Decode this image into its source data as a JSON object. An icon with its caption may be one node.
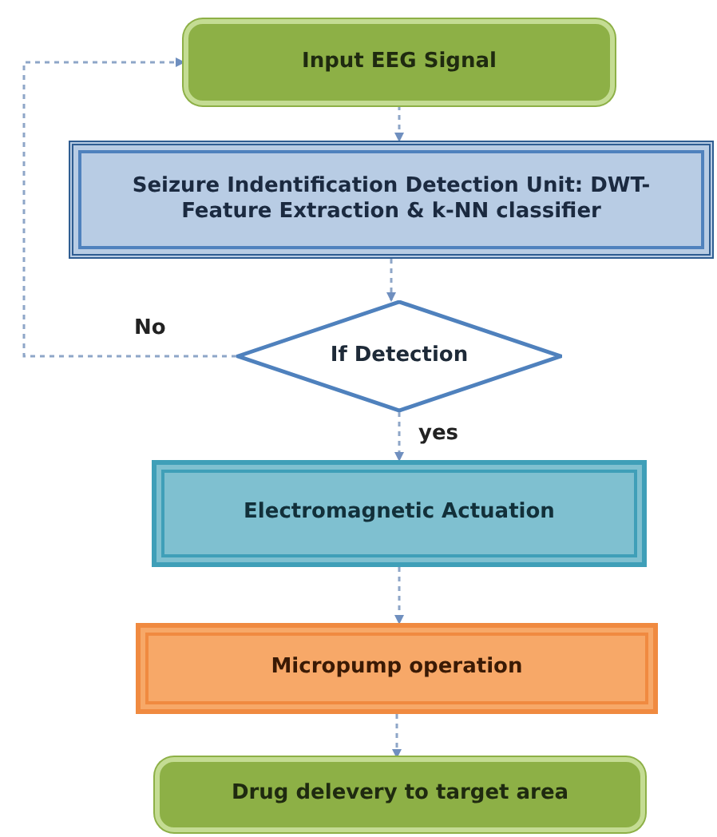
{
  "diagram": {
    "nodes": [
      {
        "text": [
          "Input EEG Signal"
        ]
      },
      {
        "text": [
          "Seizure Indentification Detection Unit: DWT-Feature Extraction & k-NN classifier"
        ]
      },
      {
        "text": [
          "If Detection"
        ]
      },
      {
        "text": [
          "Electromagnetic Actuation"
        ]
      },
      {
        "text": [
          "Micropump operation"
        ]
      },
      {
        "text": [
          "Drug delevery to target area"
        ]
      }
    ],
    "edges": [
      {
        "from": 0,
        "to": 1,
        "arrow": "to",
        "style": "dashed"
      },
      {
        "from": 1,
        "to": 2,
        "arrow": "to",
        "style": "dashed"
      },
      {
        "from": 2,
        "to": 0,
        "arrow": "to",
        "style": "dashed",
        "label": "No"
      },
      {
        "from": 2,
        "to": 3,
        "arrow": "to",
        "style": "dashed",
        "label": "yes"
      },
      {
        "from": 3,
        "to": 4,
        "arrow": "to",
        "style": "dashed"
      },
      {
        "from": 4,
        "to": 5,
        "arrow": "to",
        "style": "dashed"
      }
    ]
  }
}
